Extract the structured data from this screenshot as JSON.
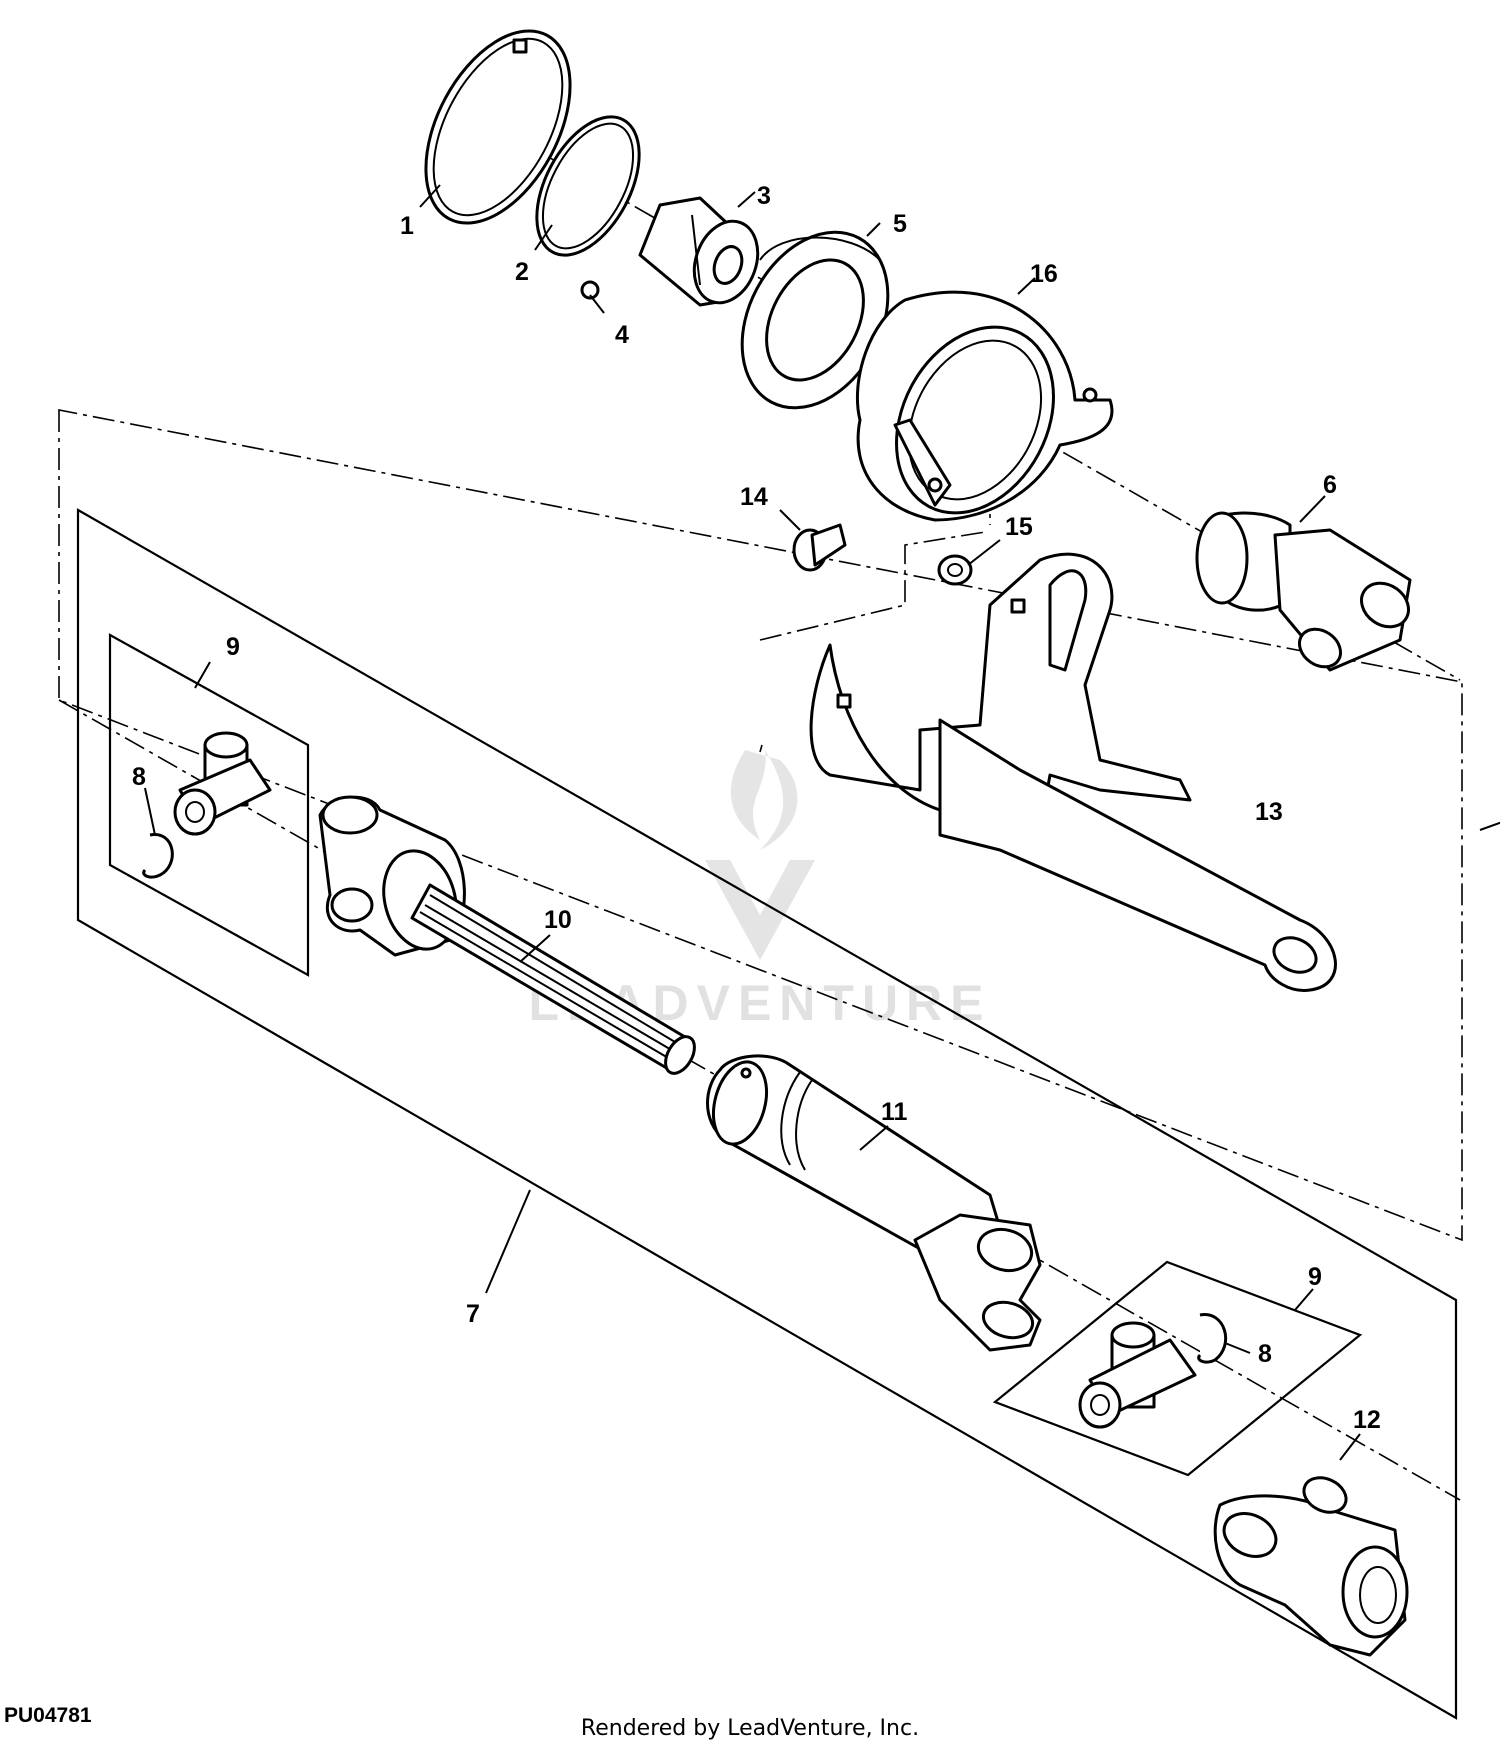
{
  "figure_id": "PU04781",
  "footer_text": "Rendered by LeadVenture, Inc.",
  "watermark": {
    "text": "LEADVENTURE",
    "icon": "leadventure-logo-icon",
    "color": "#d9d9d9"
  },
  "callouts": [
    "1",
    "2",
    "3",
    "4",
    "5",
    "6",
    "7",
    "8",
    "8",
    "9",
    "9",
    "10",
    "11",
    "12",
    "13",
    "14",
    "15",
    "16"
  ]
}
